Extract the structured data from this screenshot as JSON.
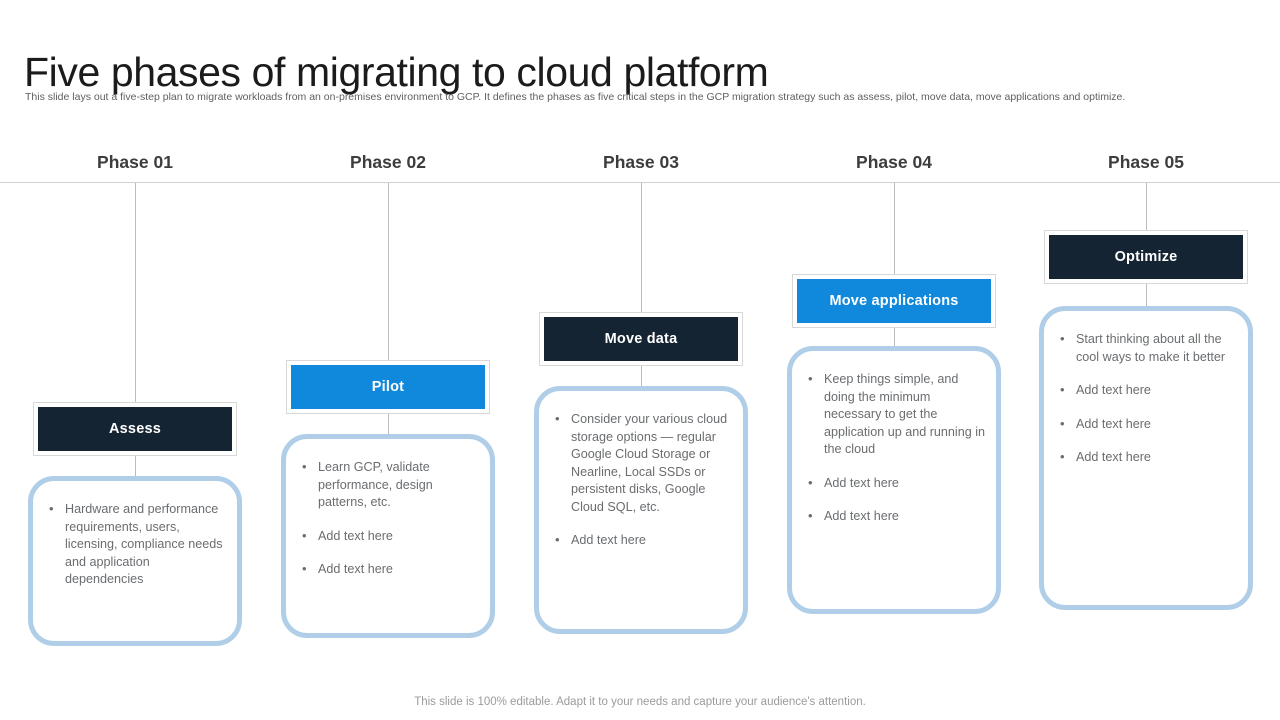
{
  "slide": {
    "title": "Five phases of migrating to cloud platform",
    "subtitle": "This slide lays out a five-step plan to  migrate workloads from an on-premises environment to GCP.  It defines the phases as five critical steps in the GCP migration strategy such as assess, pilot, move data, move applications and optimize.",
    "footer": "This slide is 100% editable. Adapt it to your needs and capture your audience's attention."
  },
  "colors": {
    "dark": "#152433",
    "blue": "#1089dc",
    "card_border": "#b0cee7",
    "rule": "#d2d2d2",
    "body_text": "#6a6d70"
  },
  "phases": [
    {
      "header": "Phase 01",
      "chip_label": "Assess",
      "chip_style": "dark",
      "bullets": [
        "Hardware and performance requirements, users, licensing, compliance needs and application dependencies"
      ]
    },
    {
      "header": "Phase 02",
      "chip_label": "Pilot",
      "chip_style": "blue",
      "bullets": [
        "Learn GCP, validate performance, design patterns, etc.",
        "Add text here",
        "Add text here"
      ]
    },
    {
      "header": "Phase 03",
      "chip_label": "Move data",
      "chip_style": "dark",
      "bullets": [
        "Consider your various cloud storage options — regular Google Cloud Storage or Nearline, Local SSDs or persistent disks, Google Cloud SQL, etc.",
        "Add text here"
      ]
    },
    {
      "header": "Phase 04",
      "chip_label": "Move applications",
      "chip_style": "blue",
      "bullets": [
        "Keep things simple, and doing the minimum necessary to get the application up and running in the cloud",
        "Add text here",
        "Add text here"
      ]
    },
    {
      "header": "Phase 05",
      "chip_label": "Optimize",
      "chip_style": "dark",
      "bullets": [
        "Start thinking about all the cool ways to make it better",
        "Add text here",
        "Add text here",
        "Add text here"
      ]
    }
  ]
}
